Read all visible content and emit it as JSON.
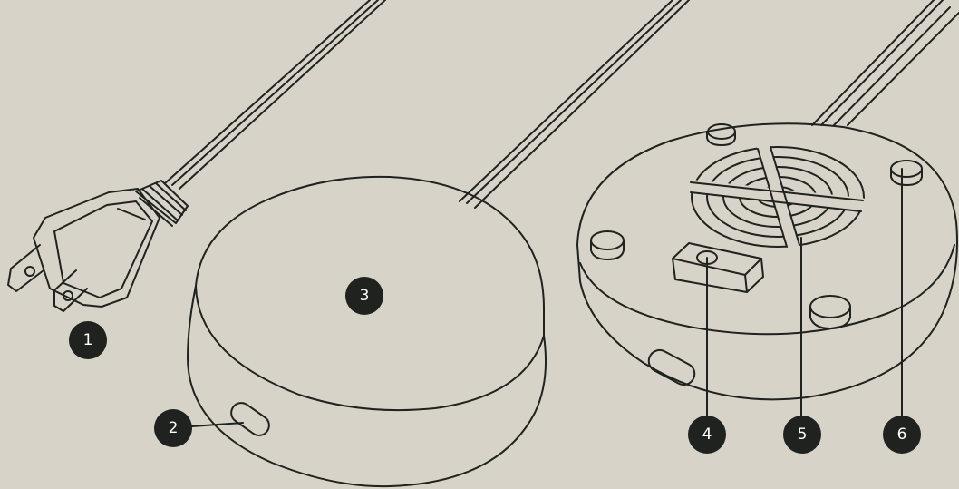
{
  "colors": {
    "background": "#d8d3c8",
    "line": "#1f221f",
    "callout_fill": "#1f221f",
    "callout_text": "#ffffff"
  },
  "callouts": [
    {
      "id": "plug",
      "label": "1"
    },
    {
      "id": "side-port",
      "label": "2"
    },
    {
      "id": "top-surface",
      "label": "3"
    },
    {
      "id": "bottom-button",
      "label": "4"
    },
    {
      "id": "vent-grille",
      "label": "5"
    },
    {
      "id": "rubber-foot",
      "label": "6"
    }
  ]
}
